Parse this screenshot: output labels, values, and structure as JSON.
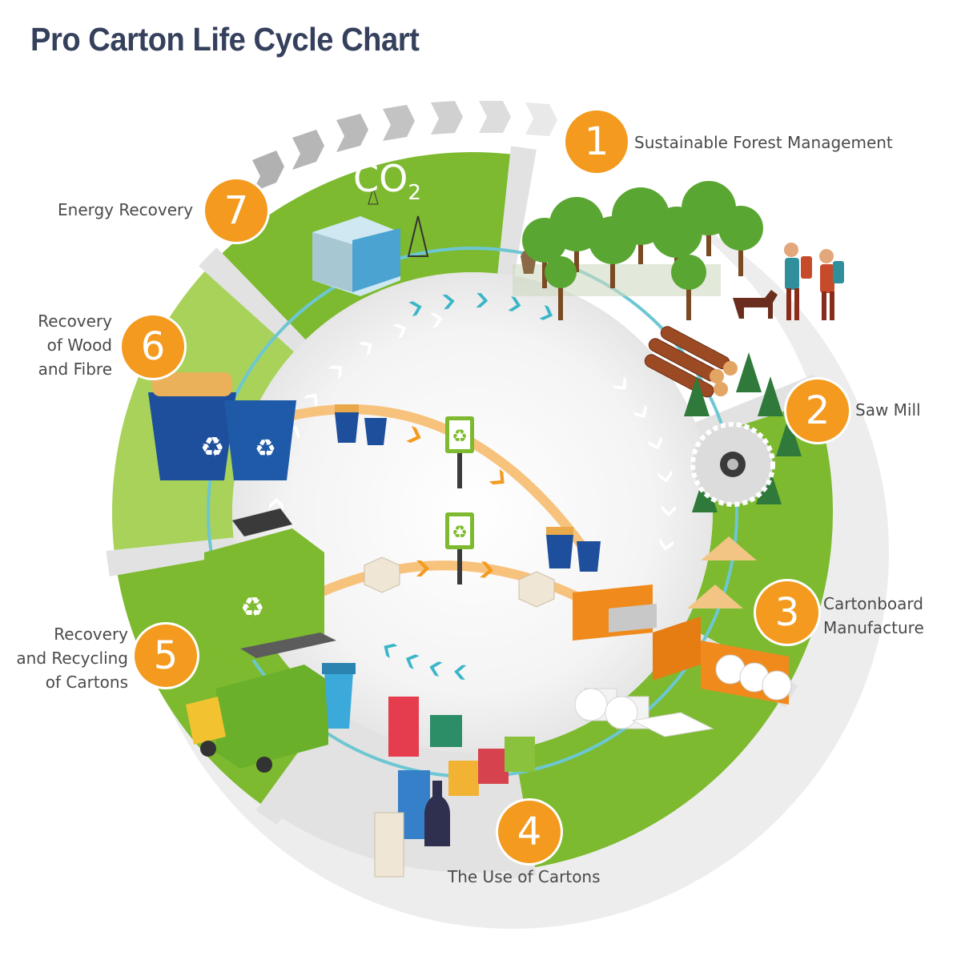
{
  "title": "Pro Carton Life Cycle Chart",
  "co2": {
    "main": "CO",
    "sub": "2"
  },
  "stages": [
    {
      "number": "1",
      "lines": [
        "Sustainable Forest Management"
      ]
    },
    {
      "number": "2",
      "lines": [
        "Saw Mill"
      ]
    },
    {
      "number": "3",
      "lines": [
        "Cartonboard",
        "Manufacture"
      ]
    },
    {
      "number": "4",
      "lines": [
        "The Use of Cartons"
      ]
    },
    {
      "number": "5",
      "lines": [
        "Recovery",
        "and Recycling",
        "of Cartons"
      ]
    },
    {
      "number": "6",
      "lines": [
        "Recovery",
        "of Wood",
        "and Fibre"
      ]
    },
    {
      "number": "7",
      "lines": [
        "Energy Recovery"
      ]
    }
  ],
  "colors": {
    "green_dark": "#7dba2f",
    "green_light": "#a8d25a",
    "orange": "#f39a1f",
    "teal": "#3bb6c8",
    "grey_road": "#e2e2e2",
    "title": "#35405c"
  },
  "icons": [
    "recycle-icon",
    "tree-icon",
    "log-pile-icon",
    "saw-blade-icon",
    "factory-icon",
    "power-plant-icon",
    "recycling-bin-icon",
    "garbage-truck-icon",
    "carton-box-icon",
    "paper-roll-icon",
    "hiker-icon",
    "dog-icon",
    "bird-icon"
  ]
}
